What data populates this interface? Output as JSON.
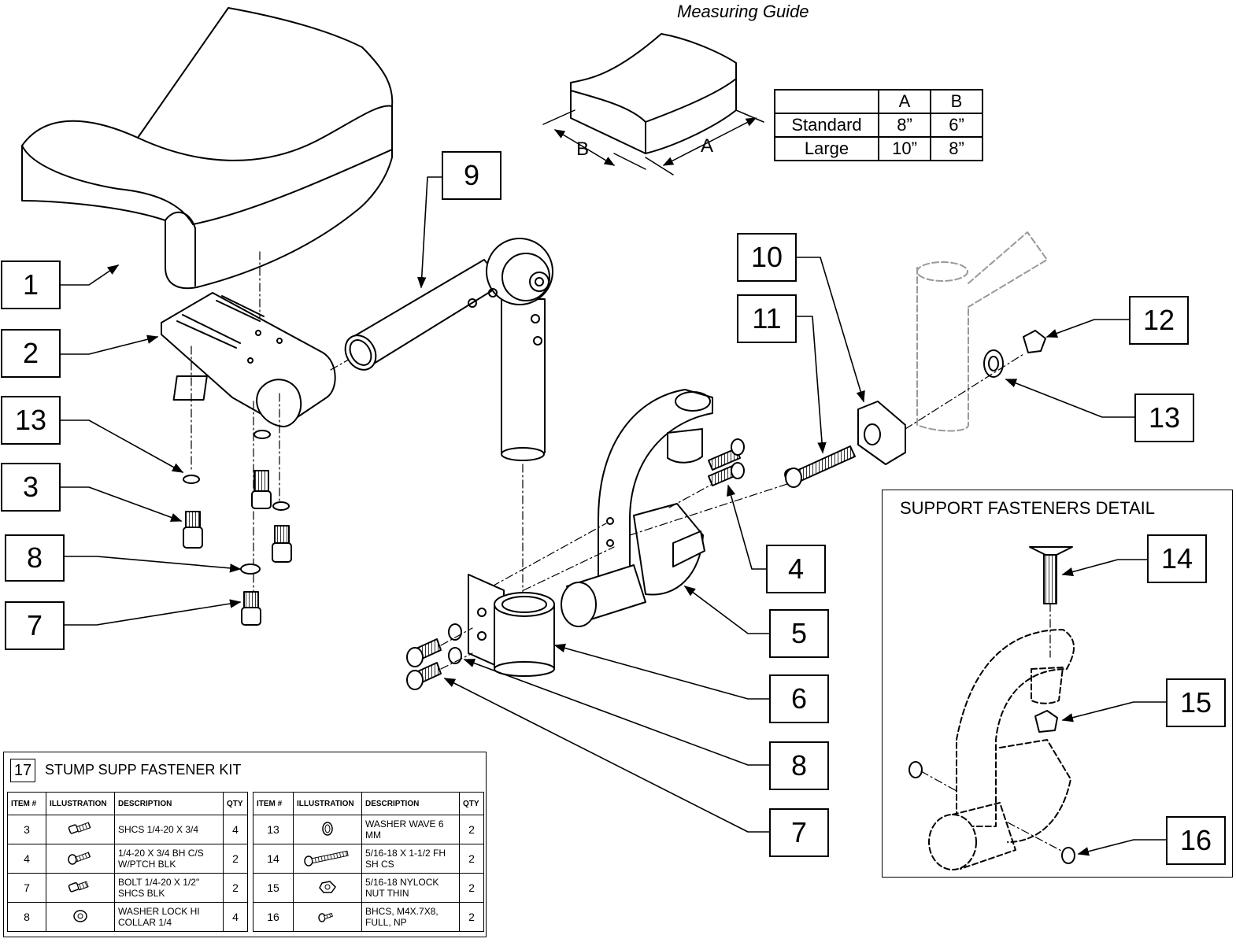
{
  "guide": {
    "title": "Measuring Guide",
    "dim_a": "A",
    "dim_b": "B",
    "table": {
      "headers": [
        "",
        "A",
        "B"
      ],
      "rows": [
        [
          "Standard",
          "8”",
          "6”"
        ],
        [
          "Large",
          "10”",
          "8”"
        ]
      ]
    }
  },
  "callouts": {
    "c1": "1",
    "c2": "2",
    "c3": "3",
    "c4": "4",
    "c5": "5",
    "c6": "6",
    "c7a": "7",
    "c7b": "7",
    "c8a": "8",
    "c8b": "8",
    "c9": "9",
    "c10": "10",
    "c11": "11",
    "c12": "12",
    "c13a": "13",
    "c13b": "13",
    "c14": "14",
    "c15": "15",
    "c16": "16"
  },
  "detail": {
    "title": "SUPPORT FASTENERS DETAIL"
  },
  "kit": {
    "number": "17",
    "title": "STUMP SUPP FASTENER KIT",
    "headers": [
      "ITEM #",
      "ILLUSTRATION",
      "DESCRIPTION",
      "QTY"
    ],
    "left_rows": [
      {
        "item": "3",
        "icon": "socket-screw-icon",
        "desc": "SHCS 1/4-20 X 3/4",
        "qty": "4"
      },
      {
        "item": "4",
        "icon": "button-screw-icon",
        "desc": "1/4-20 X 3/4 BH C/S W/PTCH BLK",
        "qty": "2"
      },
      {
        "item": "7",
        "icon": "socket-bolt-icon",
        "desc": "BOLT 1/4-20 X 1/2\" SHCS BLK",
        "qty": "2"
      },
      {
        "item": "8",
        "icon": "lock-washer-icon",
        "desc": "WASHER LOCK HI COLLAR 1/4",
        "qty": "4"
      }
    ],
    "right_rows": [
      {
        "item": "13",
        "icon": "wave-washer-icon",
        "desc": "WASHER WAVE 6 MM",
        "qty": "2"
      },
      {
        "item": "14",
        "icon": "flat-head-screw-icon",
        "desc": "5/16-18 X 1-1/2 FH SH CS",
        "qty": "2"
      },
      {
        "item": "15",
        "icon": "nylock-nut-icon",
        "desc": "5/16-18 NYLOCK NUT THIN",
        "qty": "2"
      },
      {
        "item": "16",
        "icon": "small-button-screw-icon",
        "desc": "BHCS, M4X.7X8, FULL, NP",
        "qty": "2"
      }
    ]
  }
}
